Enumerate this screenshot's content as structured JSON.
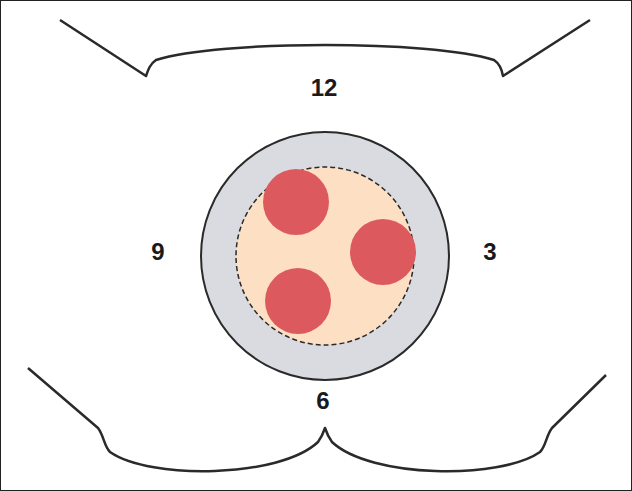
{
  "diagram": {
    "labels": [
      "12",
      "9",
      "3",
      "6"
    ]
  }
}
